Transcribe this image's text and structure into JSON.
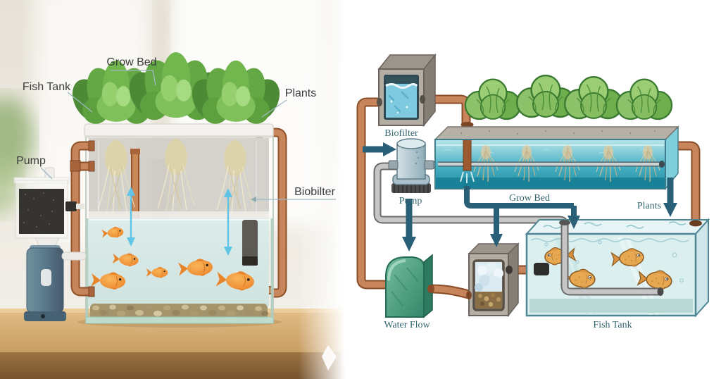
{
  "photo": {
    "labels": {
      "grow_bed": "Grow Bed",
      "fish_tank": "Fish Tank",
      "pump": "Pump",
      "plants": "Plants",
      "biofilter": "Biobilter"
    }
  },
  "diagram": {
    "labels": {
      "biofilter": "Biofilter",
      "pump": "Pump",
      "grow_bed": "Grow Bed",
      "plants": "Plants",
      "water_flow": "Water Flow",
      "fish_tank": "Fish Tank"
    }
  },
  "colors": {
    "copper_pipe": "#c8845a",
    "flow_arrow_teal": "#2a5f78",
    "diagram_label_teal": "#34656e",
    "photo_label_gray": "#3b3b3b",
    "cyan_flow_arrow": "#5fc4e6",
    "lettuce_green": "#6fae4d",
    "goldfish_orange": "#ef8f35",
    "water_flow_green": "#3d9377",
    "grow_bed_water_teal": "#49b2c4"
  }
}
